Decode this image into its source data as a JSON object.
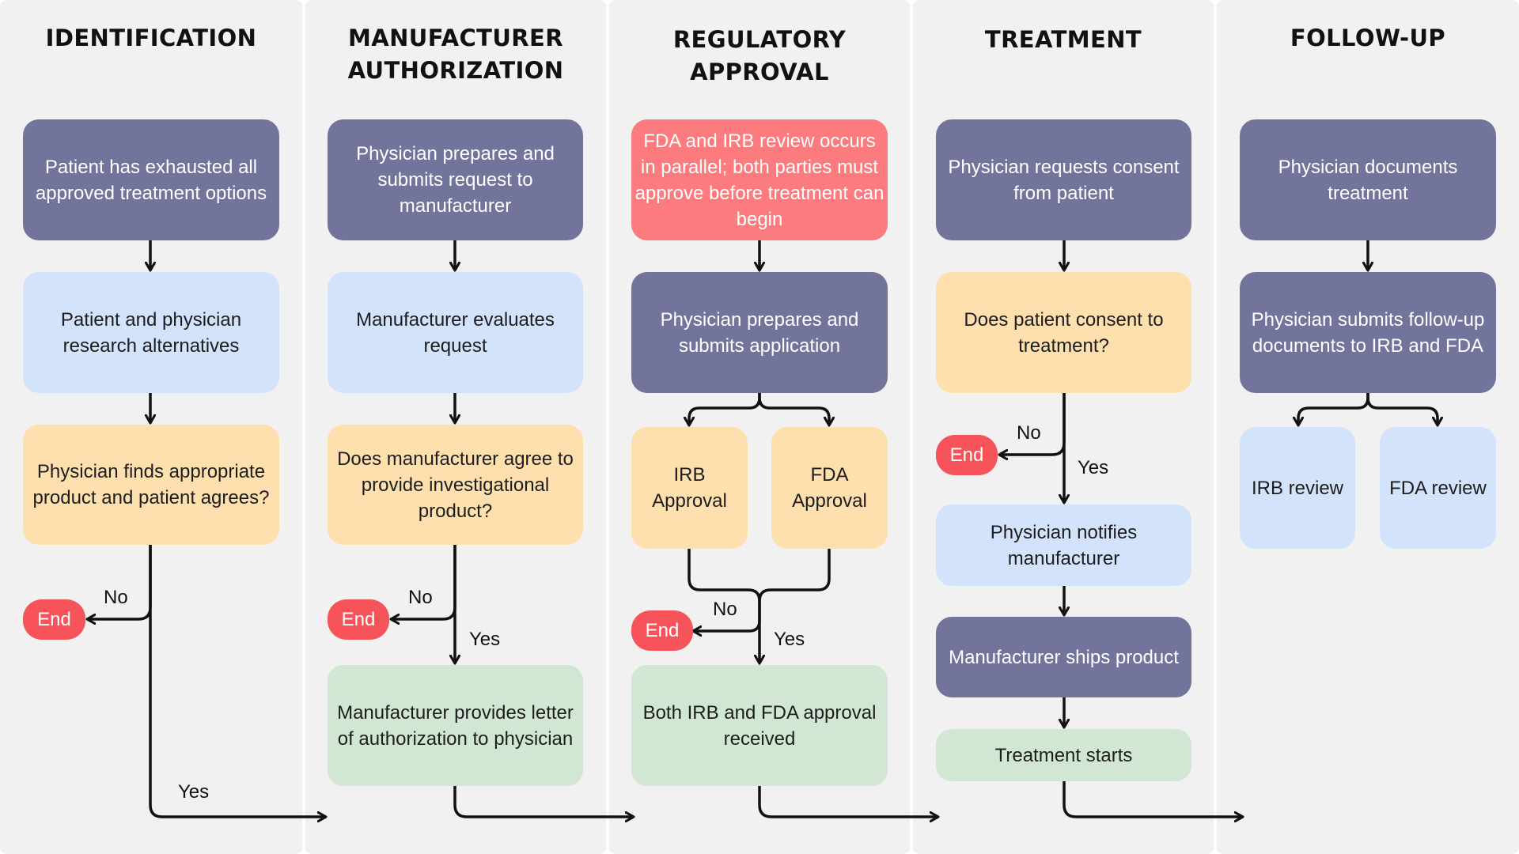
{
  "lanes": {
    "identification": "IDENTIFICATION",
    "manufacturer_line1": "MANUFACTURER",
    "manufacturer_line2": "AUTHORIZATION",
    "regulatory_line1": "REGULATORY",
    "regulatory_line2": "APPROVAL",
    "treatment": "TREATMENT",
    "followup": "FOLLOW-UP"
  },
  "identification": {
    "exhausted": "Patient has exhausted all approved treatment options",
    "research": "Patient and physician research alternatives",
    "finds": "Physician finds appropriate product and patient agrees?",
    "end": "End",
    "no": "No",
    "yes": "Yes"
  },
  "manufacturer": {
    "prepares": "Physician prepares and submits request to manufacturer",
    "evaluates": "Manufacturer evaluates request",
    "agree": "Does manufacturer agree to provide investigational product?",
    "end": "End",
    "no": "No",
    "yes": "Yes",
    "letter": "Manufacturer provides letter of authorization to physician"
  },
  "regulatory": {
    "parallel": "FDA and IRB review occurs in parallel; both parties must approve before treatment can begin",
    "application": "Physician prepares and submits application",
    "irb": "IRB Approval",
    "fda": "FDA Approval",
    "end": "End",
    "no": "No",
    "yes": "Yes",
    "received": "Both IRB and FDA approval received"
  },
  "treatment": {
    "consent_request": "Physician requests consent from patient",
    "consent_question": "Does patient consent to treatment?",
    "end": "End",
    "no": "No",
    "yes": "Yes",
    "notifies": "Physician notifies manufacturer",
    "ships": "Manufacturer ships product",
    "starts": "Treatment starts"
  },
  "followup": {
    "documents": "Physician documents treatment",
    "submits": "Physician submits follow-up documents to IRB and FDA",
    "irb_review": "IRB review",
    "fda_review": "FDA review"
  },
  "colors": {
    "lane_bg": "#f1f1f1",
    "purple": "#73749c",
    "blue": "#d3e3fb",
    "orange": "#fde0ad",
    "green": "#d1e6d3",
    "light_red": "#fb7b7e",
    "end_red": "#f6545a"
  }
}
